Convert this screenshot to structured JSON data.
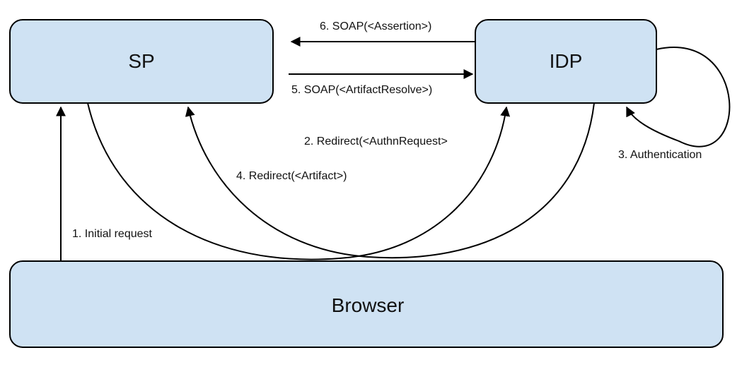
{
  "nodes": {
    "sp": {
      "label": "SP"
    },
    "idp": {
      "label": "IDP"
    },
    "browser": {
      "label": "Browser"
    }
  },
  "edges": {
    "initial_request": "1. Initial request",
    "redirect_authn": "2. Redirect(<AuthnRequest>",
    "authentication": "3. Authentication",
    "redirect_artifact": "4. Redirect(<Artifact>)",
    "soap_artifact_resolve": "5. SOAP(<ArtifactResolve>)",
    "soap_assertion": "6. SOAP(<Assertion>)"
  },
  "colors": {
    "box_fill": "#cfe2f3",
    "stroke": "#000000"
  }
}
